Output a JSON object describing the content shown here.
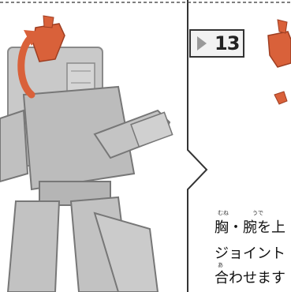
{
  "step": {
    "number": "13"
  },
  "instructions": {
    "line1": "胸・腕を上",
    "line2": "ジョイント",
    "line3": "合わせます",
    "ruby_mune": "むね",
    "ruby_ude": "うで",
    "ruby_a": "あ"
  },
  "colors": {
    "arrow": "#d9613a",
    "part": "#d9613a",
    "figure": "#b8b8b8",
    "divider": "#333333"
  },
  "icons": {
    "rotation_arrow": "curved-rotate-arrow-icon"
  }
}
